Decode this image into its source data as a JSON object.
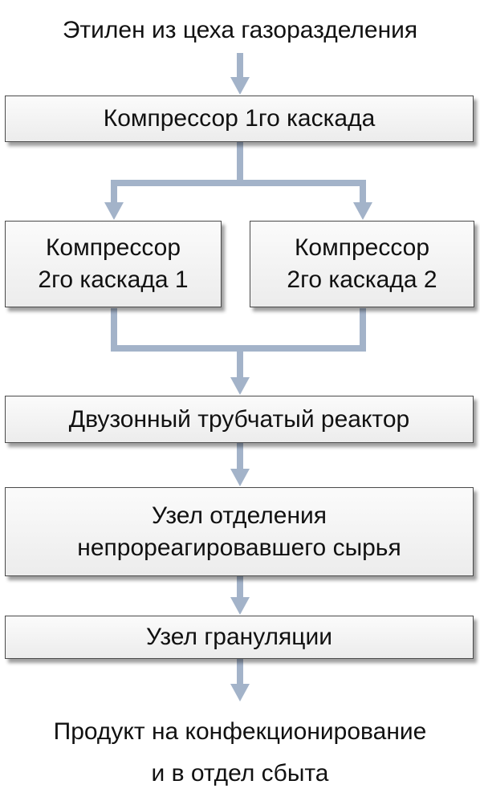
{
  "input": "Этилен из цеха газоразделения",
  "compressor1": "Компрессор 1го каскада",
  "compressor2a": [
    "Компрессор",
    "2го каскада 1"
  ],
  "compressor2b": [
    "Компрессор",
    "2го каскада 2"
  ],
  "reactor": "Двузонный трубчатый реактор",
  "separation": [
    "Узел отделения",
    "непрореагировавшего сырья"
  ],
  "granulation": "Узел грануляции",
  "output": [
    "Продукт на конфекционирование",
    "и в отдел сбыта"
  ],
  "colors": {
    "arrow": "#a3b3c9",
    "box_border": "#4a4a4a",
    "box_fill_top": "#fbfbfb",
    "box_fill_bottom": "#ececec"
  }
}
